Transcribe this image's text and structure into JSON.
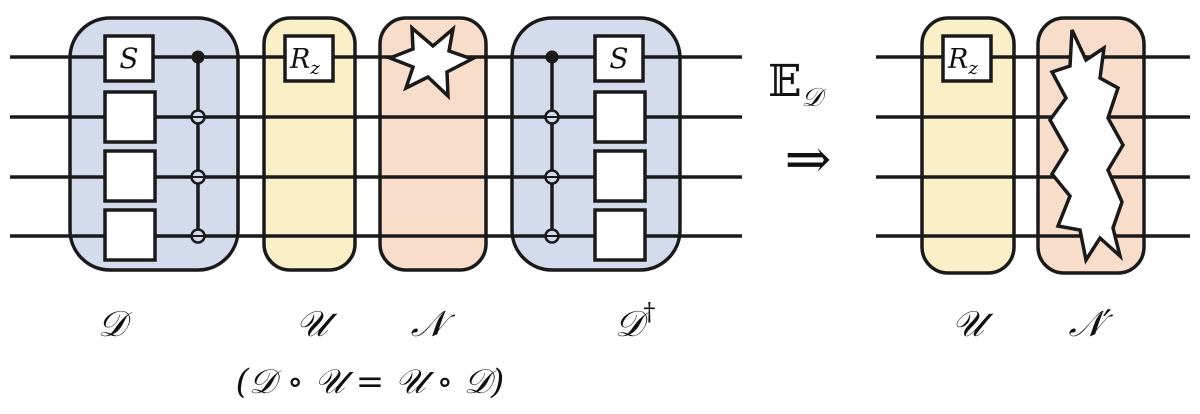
{
  "colors": {
    "blue_block": "#d3dbec",
    "yellow_block": "#fbefc8",
    "peach_block": "#f8ddcb",
    "line": "#1a1a1a"
  },
  "icons": {
    "noise": "jagged-star-icon",
    "noise_prime": "jagged-burst-icon",
    "target": "cnot-target-icon",
    "control": "control-dot-icon"
  },
  "left_circuit": {
    "d_block": {
      "gate_label": "S",
      "label": "𝒟"
    },
    "u_block": {
      "gate_label": "R",
      "gate_sub": "z",
      "label": "𝒰"
    },
    "n_block": {
      "label": "𝒩"
    },
    "d_dagger_block": {
      "gate_label": "S",
      "label": "𝒟",
      "label_sup": "†"
    },
    "caption": "(𝒟 ∘ 𝒰 = 𝒰 ∘ 𝒟)"
  },
  "transform": {
    "operator": "𝔼",
    "subscript": "𝒟",
    "arrow": "⇒"
  },
  "right_circuit": {
    "u_block": {
      "gate_label": "R",
      "gate_sub": "z",
      "label": "𝒰"
    },
    "n_block": {
      "label": "𝒩′"
    }
  }
}
